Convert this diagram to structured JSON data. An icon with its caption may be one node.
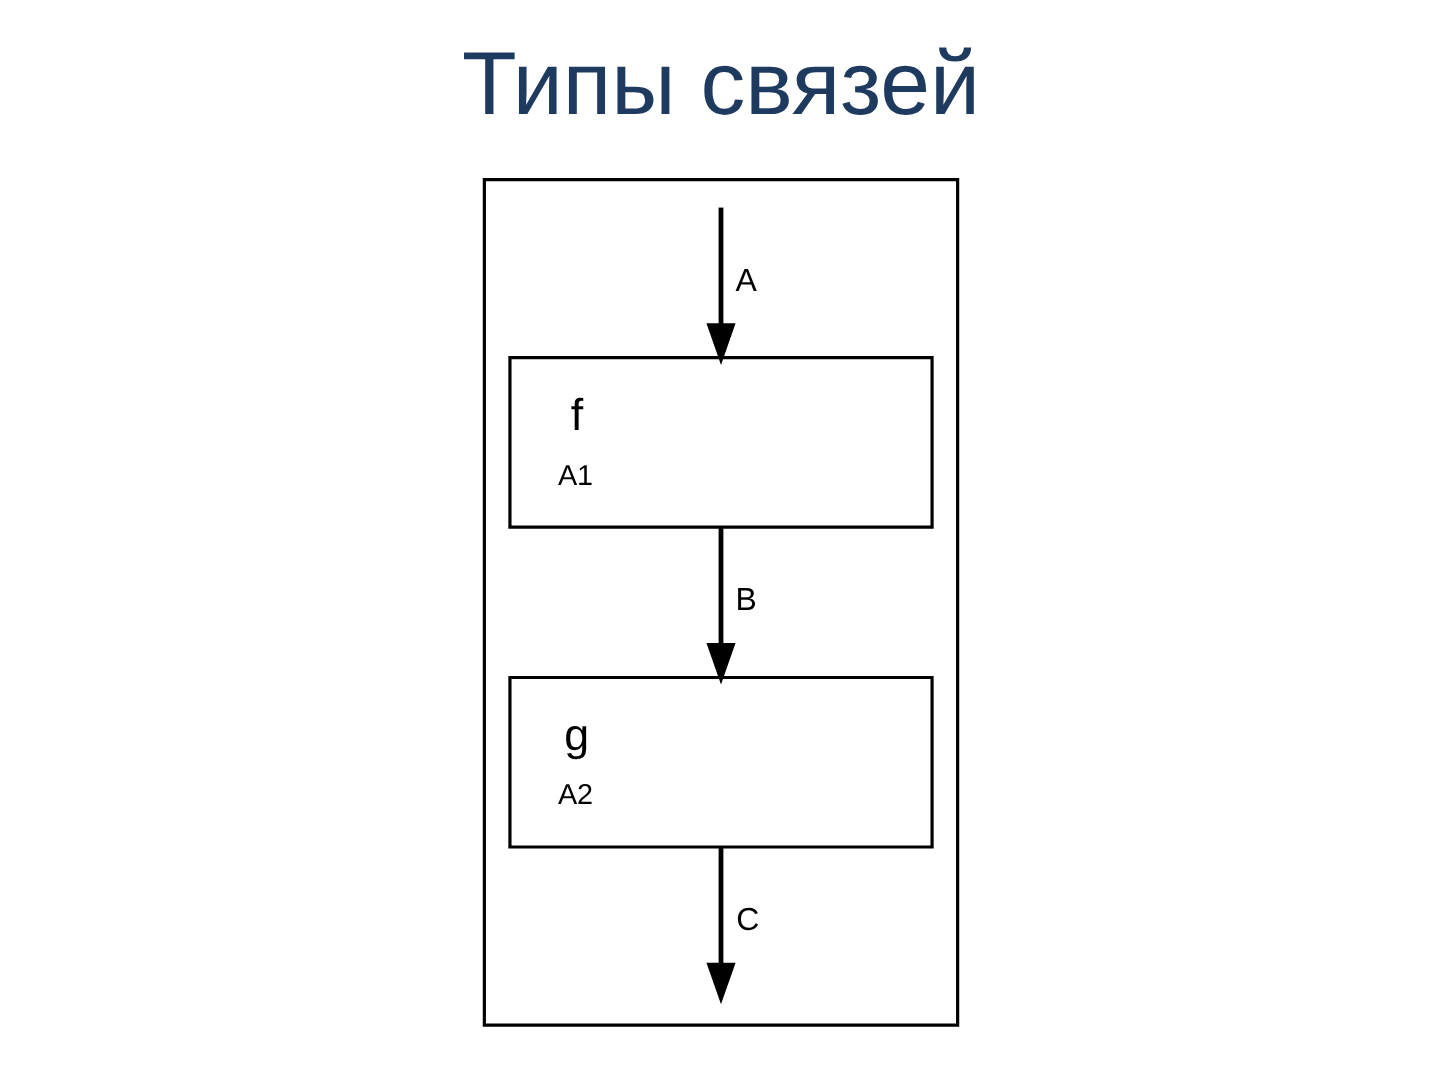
{
  "diagram": {
    "title": "Типы связей",
    "nodes": [
      {
        "text": [],
        "shape": "box"
      },
      {
        "text": [
          "f",
          "A1"
        ],
        "in": 0
      },
      {
        "text": [
          "g",
          "A2"
        ],
        "in": 0
      }
    ],
    "edges": [
      {
        "from": null,
        "to": 1,
        "arrow": "to",
        "label": "A"
      },
      {
        "from": 1,
        "to": 2,
        "arrow": "to",
        "label": "B"
      },
      {
        "from": 2,
        "to": null,
        "arrow": "to",
        "label": "C"
      }
    ]
  }
}
